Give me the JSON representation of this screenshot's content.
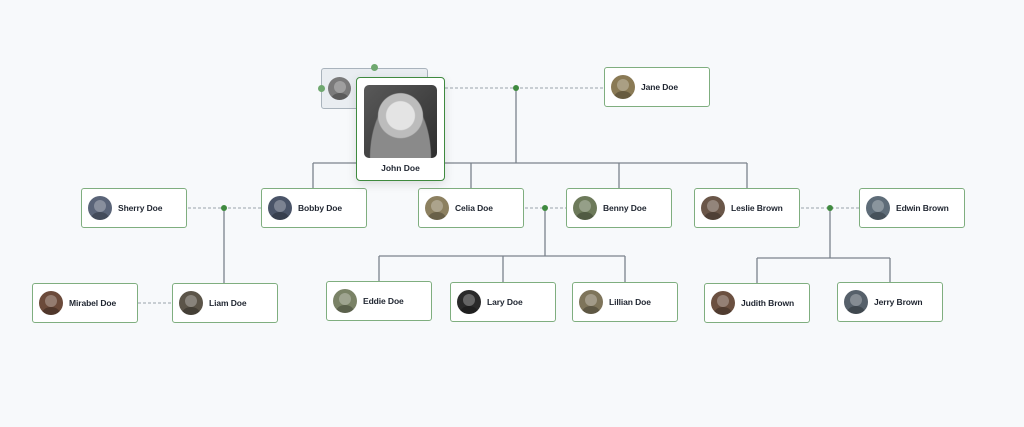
{
  "diagram": {
    "type": "family-tree",
    "focused_person": {
      "name": "John Doe",
      "avatar": "john-doe-photo"
    },
    "dragging_ghost": {
      "avatar": "john-doe-avatar"
    },
    "people": [
      {
        "id": "jane",
        "name": "Jane Doe",
        "avatar_color": "#8a7a55"
      },
      {
        "id": "sherry",
        "name": "Sherry Doe",
        "avatar_color": "#5a6478"
      },
      {
        "id": "bobby",
        "name": "Bobby Doe",
        "avatar_color": "#4a5468"
      },
      {
        "id": "celia",
        "name": "Celia Doe",
        "avatar_color": "#8c8060"
      },
      {
        "id": "benny",
        "name": "Benny Doe",
        "avatar_color": "#6d7a5a"
      },
      {
        "id": "leslie",
        "name": "Leslie Brown",
        "avatar_color": "#6a5648"
      },
      {
        "id": "edwin",
        "name": "Edwin Brown",
        "avatar_color": "#5e6c78"
      },
      {
        "id": "mirabel",
        "name": "Mirabel Doe",
        "avatar_color": "#6b4a3a"
      },
      {
        "id": "liam",
        "name": "Liam Doe",
        "avatar_color": "#5b5448"
      },
      {
        "id": "eddie",
        "name": "Eddie Doe",
        "avatar_color": "#7a8266"
      },
      {
        "id": "lary",
        "name": "Lary Doe",
        "avatar_color": "#2a2a2a"
      },
      {
        "id": "lillian",
        "name": "Lillian Doe",
        "avatar_color": "#7e745a"
      },
      {
        "id": "judith",
        "name": "Judith Brown",
        "avatar_color": "#6b5040"
      },
      {
        "id": "jerry",
        "name": "Jerry Brown",
        "avatar_color": "#56606a"
      }
    ],
    "colors": {
      "background": "#f7f9fb",
      "card_border": "#7fae7f",
      "focused_border": "#3f8a3f",
      "link_line": "#7b838c",
      "spouse_dash": "#9aa3ab",
      "junction_dot": "#3f8a3f"
    }
  }
}
